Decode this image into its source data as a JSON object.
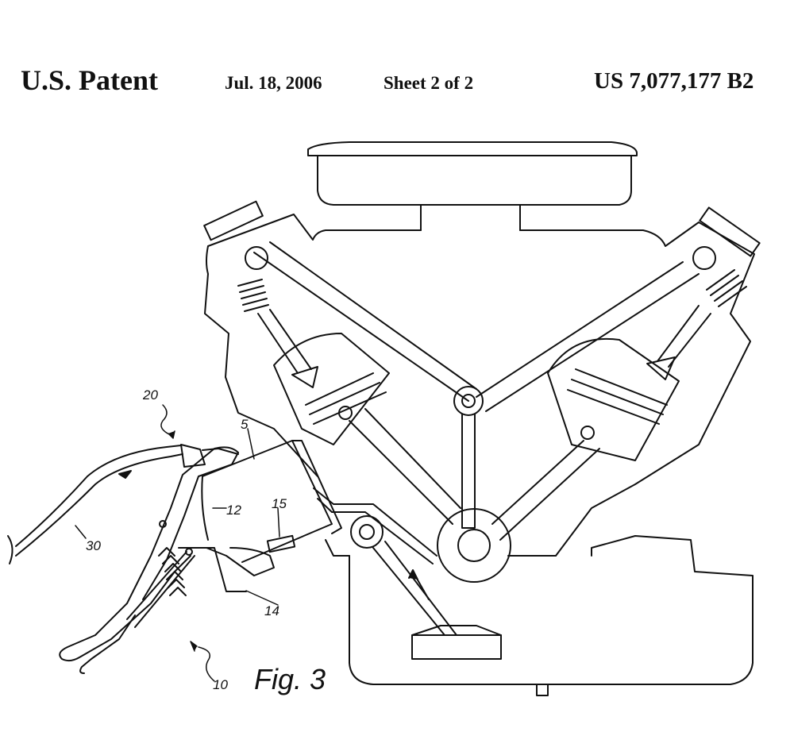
{
  "header": {
    "title": "U.S. Patent",
    "date": "Jul. 18, 2006",
    "sheet": "Sheet 2 of 2",
    "patent_number": "US 7,077,177 B2"
  },
  "figure": {
    "caption": "Fig. 3",
    "refs": {
      "r20": "20",
      "r5": "5",
      "r12": "12",
      "r15": "15",
      "r30": "30",
      "r14": "14",
      "r10": "10"
    }
  }
}
